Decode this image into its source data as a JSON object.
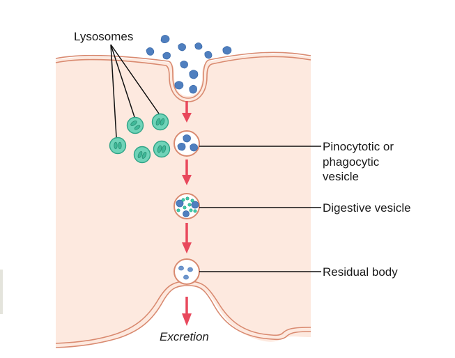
{
  "title": "Lysosome digestion pathway",
  "colors": {
    "cytoplasm": "#fde9df",
    "membrane": "#d98a70",
    "particle": "#4f7fbf",
    "particle_stroke": "#2f5f9f",
    "lysosome_fill": "#6fd3b8",
    "lysosome_stroke": "#2fa487",
    "arrow": "#e8485c",
    "leader_line": "#111111"
  },
  "labels": {
    "lysosomes": "Lysosomes",
    "vesicle_line1": "Pinocytotic or",
    "vesicle_line2": "phagocytic",
    "vesicle_line3": "vesicle",
    "digestive": "Digestive vesicle",
    "residual": "Residual body",
    "excretion": "Excretion"
  },
  "stages": [
    {
      "name": "endocytosis-invagination"
    },
    {
      "name": "pinocytotic-vesicle",
      "particles": 3
    },
    {
      "name": "digestive-vesicle",
      "particles": 3,
      "enzymes": 8
    },
    {
      "name": "residual-body",
      "particles": 3
    },
    {
      "name": "excretion"
    }
  ],
  "lysosome_count": 5,
  "extracellular_particle_count": 11
}
